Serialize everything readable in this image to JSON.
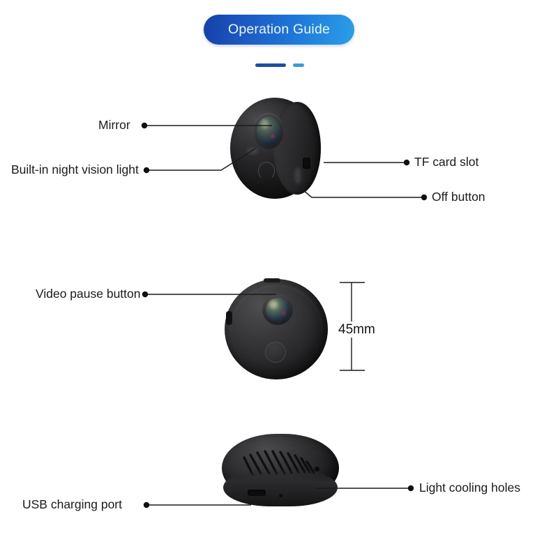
{
  "header": {
    "title": "Operation Guide",
    "accent_dark": "#1b4fa2",
    "accent_light": "#3d9bd6",
    "pill_gradient_from": "#1540a8",
    "pill_gradient_to": "#2a9fe8"
  },
  "sections": [
    {
      "id": "angled-view",
      "device_name": "camera-angled-view",
      "labels": [
        {
          "id": "mirror",
          "text": "Mirror",
          "side": "left"
        },
        {
          "id": "night-vision",
          "text": "Built-in night vision light",
          "side": "left"
        },
        {
          "id": "tf-card-slot",
          "text": "TF card slot",
          "side": "right"
        },
        {
          "id": "off-button",
          "text": "Off button",
          "side": "right"
        }
      ]
    },
    {
      "id": "front-view",
      "device_name": "camera-front-view",
      "labels": [
        {
          "id": "video-pause",
          "text": "Video pause button",
          "side": "left"
        }
      ],
      "dimension": {
        "id": "height-dimension",
        "text": "45mm"
      }
    },
    {
      "id": "rear-view",
      "device_name": "camera-rear-view",
      "labels": [
        {
          "id": "usb-charging-port",
          "text": "USB charging port",
          "side": "left"
        },
        {
          "id": "light-cooling-holes",
          "text": "Light cooling holes",
          "side": "right"
        }
      ]
    }
  ],
  "labels": {
    "mirror": "Mirror",
    "night_vision": "Built-in night vision light",
    "tf_card_slot": "TF card slot",
    "off_button": "Off button",
    "video_pause_button": "Video pause button",
    "dimension_45mm": "45mm",
    "usb_charging_port": "USB charging port",
    "light_cooling_holes": "Light cooling holes"
  }
}
